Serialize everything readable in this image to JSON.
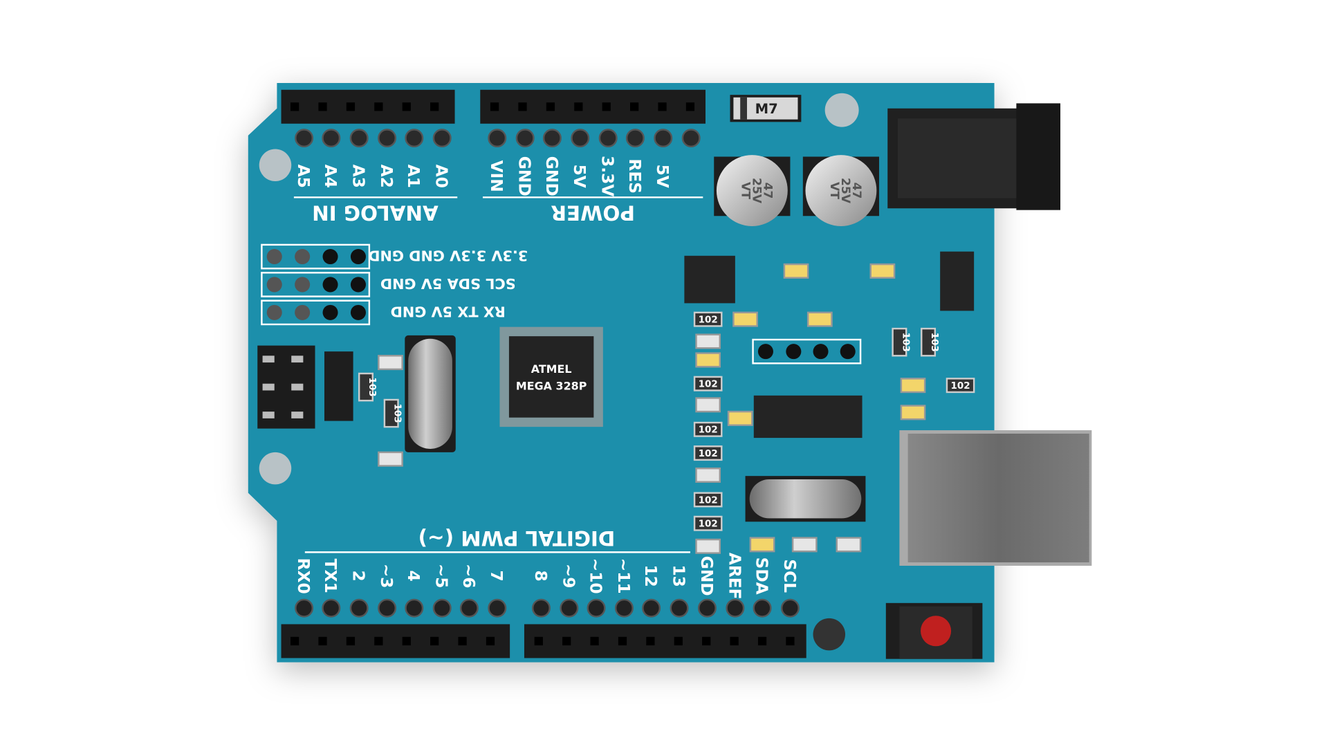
{
  "colors": {
    "board": "#1b8fab",
    "board_edge": "#157a93",
    "header": "#1c1c1c",
    "chip": "#232323",
    "button": "#c0201f"
  },
  "analog": {
    "title": "ANALOG IN",
    "pins": [
      "A5",
      "A4",
      "A3",
      "A2",
      "A1",
      "A0"
    ]
  },
  "power": {
    "title": "POWER",
    "pins": [
      "VIN",
      "GND",
      "GND",
      "5V",
      "3.3V",
      "RES",
      "5V"
    ]
  },
  "pin_rows": [
    "3.3V 3.3V GND GND",
    "SCL SDA 5V GND",
    "RX TX 5V GND"
  ],
  "digital": {
    "title": "DIGITAL PWM (~)",
    "pins": [
      "RX0",
      "TX1",
      "2",
      "~3",
      "4",
      "~5",
      "~6",
      "7",
      "8",
      "~9",
      "~10",
      "~11",
      "12",
      "13",
      "GND",
      "AREF",
      "SDA",
      "SCL"
    ]
  },
  "mcu": {
    "line1": "ATMEL",
    "line2": "MEGA 328P"
  },
  "diode": "M7",
  "capacitor": {
    "line1": "47",
    "line2": "25V",
    "line3": "VT"
  },
  "resistors": {
    "r102": "102",
    "r103": "103"
  }
}
